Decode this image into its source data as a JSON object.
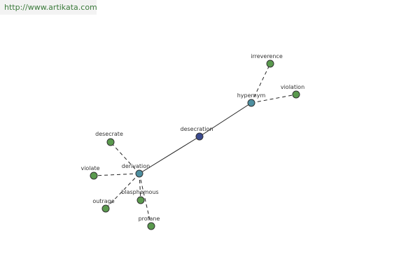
{
  "header": {
    "url": "http://www.artikata.com"
  },
  "colors": {
    "leaf": "#5a9a4e",
    "relation": "#4e8fa0",
    "center": "#3a4a8e",
    "node_stroke": "#333333"
  },
  "graph": {
    "center": {
      "id": "desecration",
      "label": "desecration"
    },
    "relations": [
      {
        "id": "hypernym",
        "label": "hypernym"
      },
      {
        "id": "derivation",
        "label": "derivation"
      }
    ],
    "leaves": [
      {
        "id": "irreverence",
        "label": "irreverence",
        "relation": "hypernym"
      },
      {
        "id": "violation",
        "label": "violation",
        "relation": "hypernym"
      },
      {
        "id": "desecrate",
        "label": "desecrate",
        "relation": "derivation"
      },
      {
        "id": "violate",
        "label": "violate",
        "relation": "derivation"
      },
      {
        "id": "blasphemous",
        "label": "blasphemous",
        "relation": "derivation"
      },
      {
        "id": "outrage",
        "label": "outrage",
        "relation": "derivation"
      },
      {
        "id": "profane",
        "label": "profane",
        "relation": "derivation"
      }
    ]
  }
}
